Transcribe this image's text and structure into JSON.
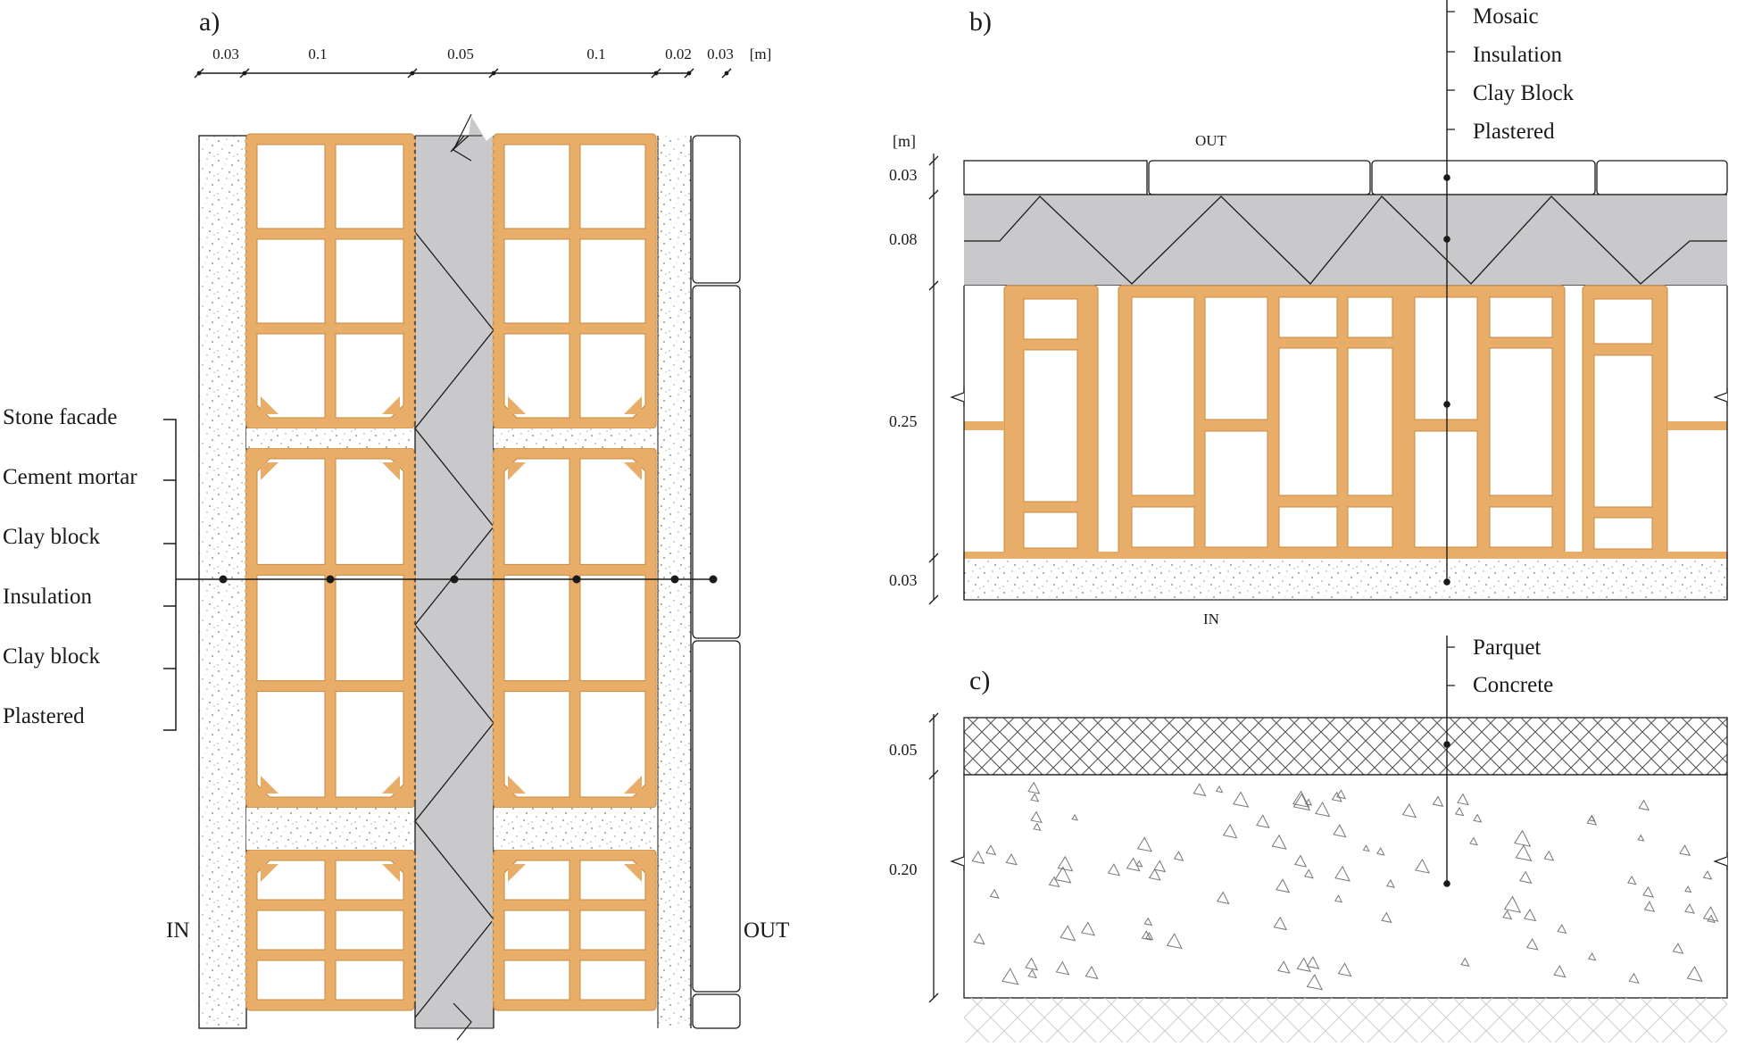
{
  "panel_a": {
    "label": "a)",
    "dimensions": [
      "0.03",
      "0.1",
      "0.05",
      "0.1",
      "0.02",
      "0.03"
    ],
    "unit": "[m]",
    "layers": [
      "Stone facade",
      "Cement mortar",
      "Clay block",
      "Insulation",
      "Clay block",
      "Plastered"
    ],
    "inside_label": "IN",
    "outside_label": "OUT"
  },
  "panel_b": {
    "label": "b)",
    "unit": "[m]",
    "thickness_labels": [
      "0.03",
      "0.08",
      "0.25",
      "0.03"
    ],
    "layers": [
      "Mosaic",
      "Insulation",
      "Clay Block",
      "Plastered"
    ],
    "outside_label": "OUT",
    "inside_label": "IN"
  },
  "panel_c": {
    "label": "c)",
    "thickness_labels": [
      "0.05",
      "0.20"
    ],
    "layers": [
      "Parquet",
      "Concrete"
    ]
  },
  "colors": {
    "clay": "#e8ad68",
    "clay_edge": "#c98a3e",
    "insulation": "#c9c9cc",
    "line": "#1a1a1a"
  }
}
